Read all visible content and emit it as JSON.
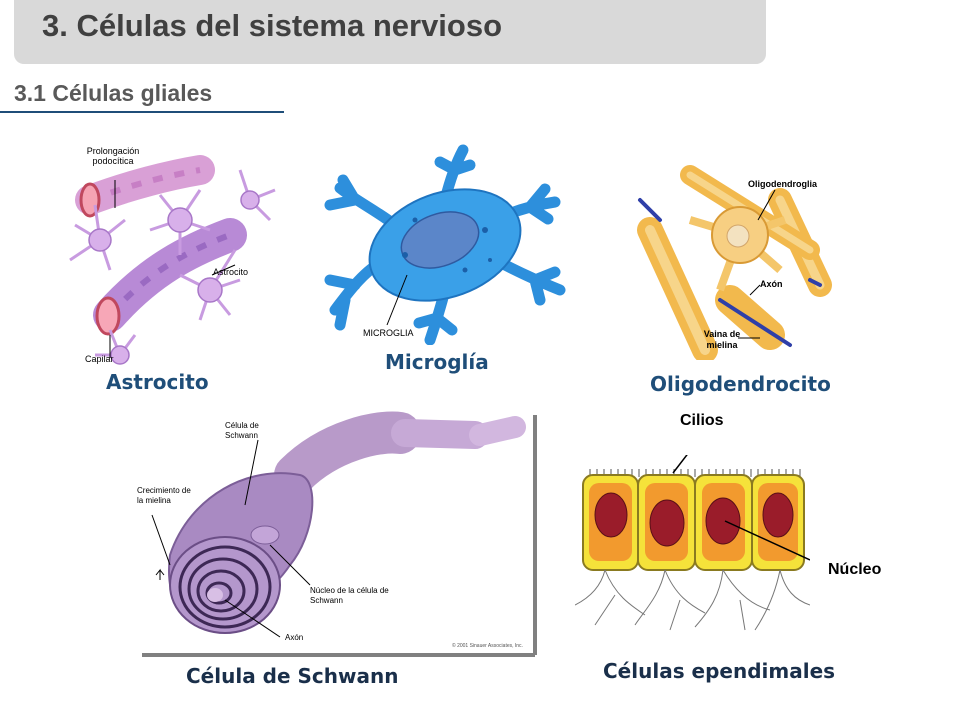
{
  "header": {
    "title": "3. Células del sistema nervioso",
    "subtitle": "3.1 Células gliales"
  },
  "figures": {
    "astrocyte": {
      "caption": "Astrocito",
      "labels": {
        "prolongacion": "Prolongación podocítica",
        "astrocito": "Astrocito",
        "capilar": "Capilar"
      }
    },
    "microglia": {
      "caption": "Microglía",
      "labels": {
        "microglia": "MICROGLIA"
      }
    },
    "oligodendrocyte": {
      "caption": "Oligodendrocito",
      "labels": {
        "oligodendroglia": "Oligodendroglia",
        "axon": "Axón",
        "vaina": "Vaina de mielina"
      }
    },
    "schwann": {
      "caption": "Célula de  Schwann",
      "labels": {
        "celula": "Célula de Schwann",
        "crecimiento": "Crecimiento de la mielina",
        "nucleo": "Núcleo de la célula de Schwann",
        "axon": "Axón",
        "copyright": "© 2001 Sinauer Associates, Inc."
      }
    },
    "ependymal": {
      "caption": "Células ependimales",
      "labels": {
        "cilios": "Cilios",
        "nucleo": "Núcleo"
      }
    }
  },
  "colors": {
    "title_bg": "#d9d9d9",
    "title_text": "#404040",
    "caption": "#1f4e79",
    "rule": "#1f4e79"
  }
}
